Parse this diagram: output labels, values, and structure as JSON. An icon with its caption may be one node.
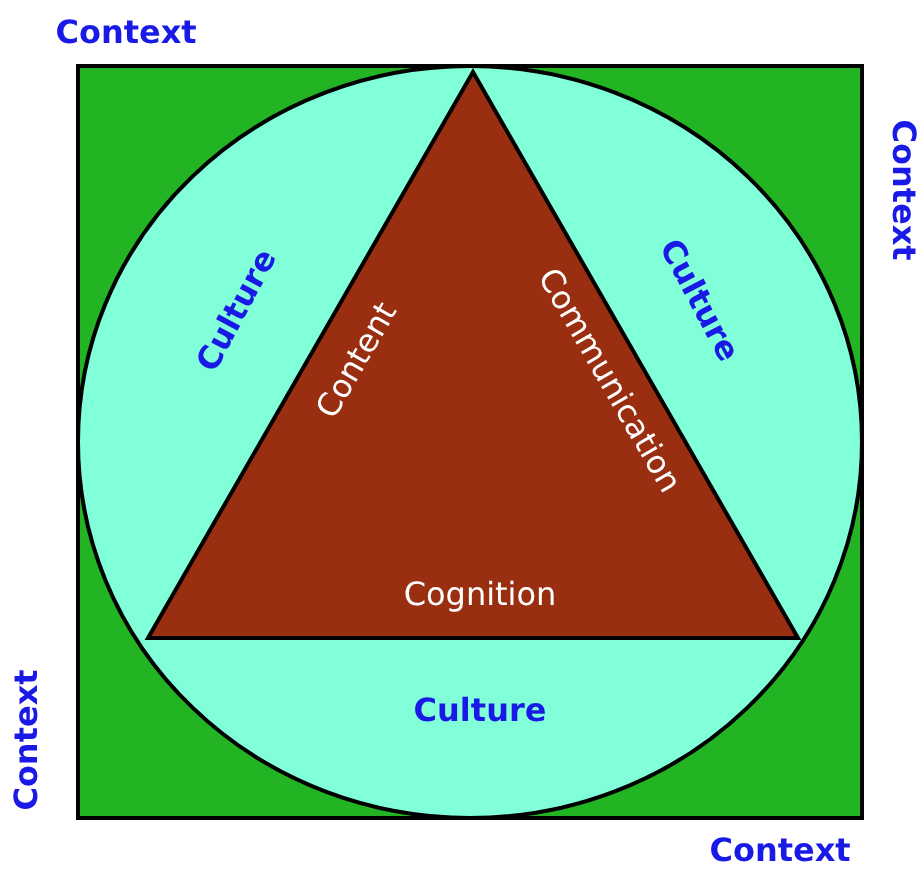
{
  "diagram": {
    "nodes": [
      {
        "text": [
          "Context",
          "Context",
          "Context",
          "Context"
        ]
      },
      {
        "text": [
          "Culture",
          "Culture",
          "Culture"
        ],
        "in": 0
      },
      {
        "text": [
          "Content",
          "Communication",
          "Cognition"
        ],
        "in": 1
      }
    ]
  }
}
